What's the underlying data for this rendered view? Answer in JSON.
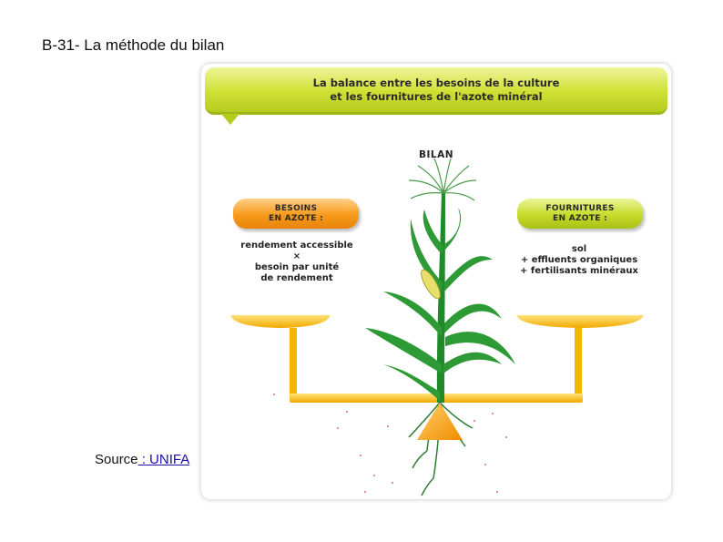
{
  "slide": {
    "title": "B-31- La méthode du bilan",
    "source_label": "Source",
    "source_link": " : UNIFA"
  },
  "figure": {
    "banner_line1": "La balance entre les besoins de la culture",
    "banner_line2": "et les fournitures de l'azote minéral",
    "center_label": "BILAN",
    "left_pill": "BESOINS\nEN AZOTE :",
    "right_pill": "FOURNITURES\nEN AZOTE :",
    "left_text": [
      "rendement accessible",
      "×",
      "besoin par unité",
      "de rendement"
    ],
    "right_text": [
      "sol",
      "+ effluents organiques",
      "+ fertilisants minéraux"
    ]
  },
  "colors": {
    "banner": "#cfe033",
    "needs": "#f79a1a",
    "supplies": "#c5db2a",
    "balance": "#f7b500",
    "plant": "#1f8a2a"
  }
}
